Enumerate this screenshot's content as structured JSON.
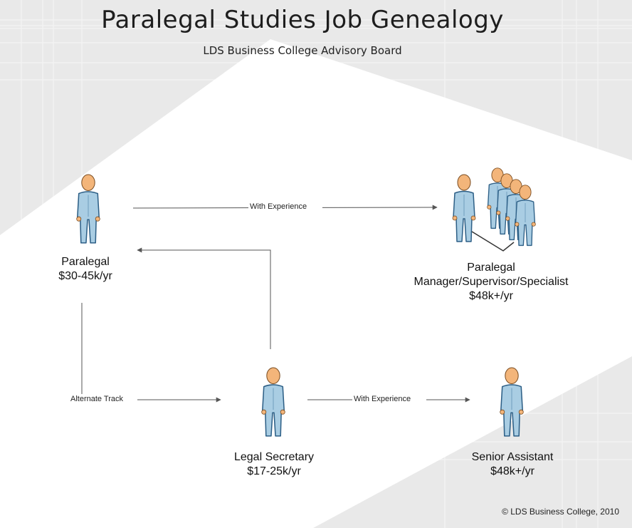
{
  "title": "Paralegal Studies Job Genealogy",
  "subtitle": "LDS Business College Advisory Board",
  "nodes": {
    "paralegal": {
      "title": "Paralegal",
      "salary": "$30-45k/yr"
    },
    "manager": {
      "title": "Paralegal",
      "subtitle": "Manager/Supervisor/Specialist",
      "salary": "$48k+/yr"
    },
    "legal_secretary": {
      "title": "Legal Secretary",
      "salary": "$17-25k/yr"
    },
    "senior_assistant": {
      "title": "Senior Assistant",
      "salary": "$48k+/yr"
    }
  },
  "edges": {
    "paralegal_to_manager": "With Experience",
    "paralegal_to_secretary": "Alternate Track",
    "secretary_to_senior": "With Experience"
  },
  "copyright": "© LDS Business College, 2010",
  "colors": {
    "person_fill": "#a9cde3",
    "person_stroke": "#2d5f86",
    "head_fill": "#f3b57a",
    "arrow": "#555555",
    "background_gray": "#e9e9e9"
  }
}
